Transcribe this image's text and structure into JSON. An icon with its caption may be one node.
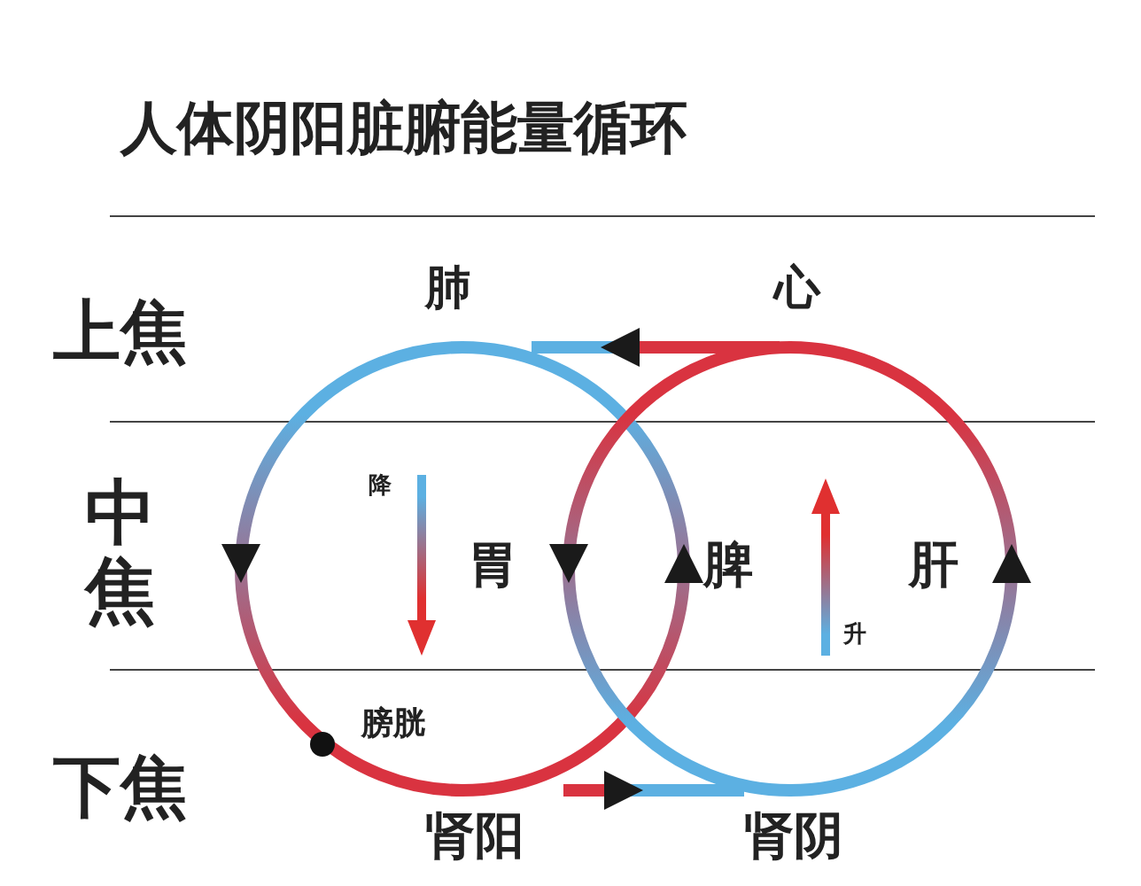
{
  "diagram": {
    "title": "人体阴阳脏腑能量循环",
    "labels": [
      "上焦",
      "肺",
      "心",
      "中焦",
      "降",
      "胃",
      "脾",
      "肝",
      "升",
      "膀胱",
      "下焦",
      "肾阳",
      "肾阴"
    ]
  }
}
